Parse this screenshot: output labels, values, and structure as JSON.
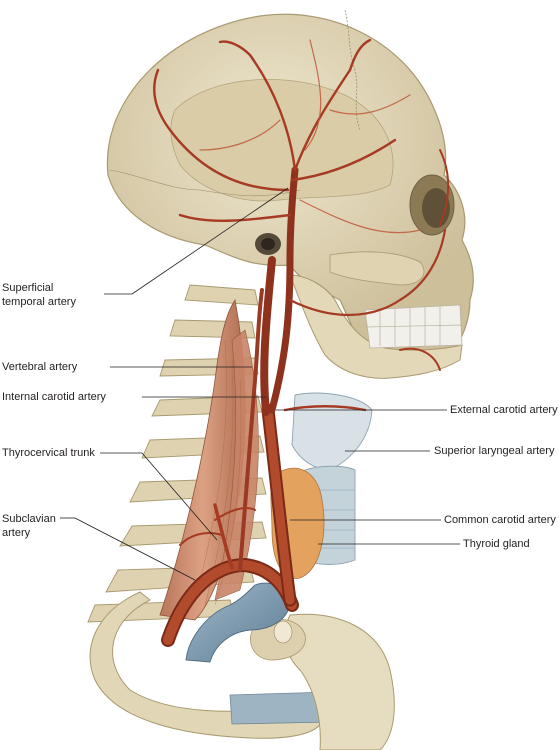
{
  "labels": {
    "left": {
      "superficial_temporal_line1": "Superficial",
      "superficial_temporal_line2": "temporal artery",
      "vertebral": "Vertebral artery",
      "internal_carotid": "Internal carotid artery",
      "thyrocervical": "Thyrocervical trunk",
      "subclavian_line1": "Subclavian",
      "subclavian_line2": "artery"
    },
    "right": {
      "external_carotid": "External carotid artery",
      "superior_laryngeal": "Superior laryngeal artery",
      "common_carotid": "Common carotid artery",
      "thyroid_gland": "Thyroid gland"
    }
  },
  "colors": {
    "bone": "#e6dcc0",
    "bone_shadow": "#c9bc98",
    "artery": "#a63a22",
    "artery_dark": "#7c2a18",
    "muscle": "#c98a6a",
    "thyroid": "#e3a35f",
    "vein": "#7f9db4",
    "cartilage": "#c4d2da"
  }
}
